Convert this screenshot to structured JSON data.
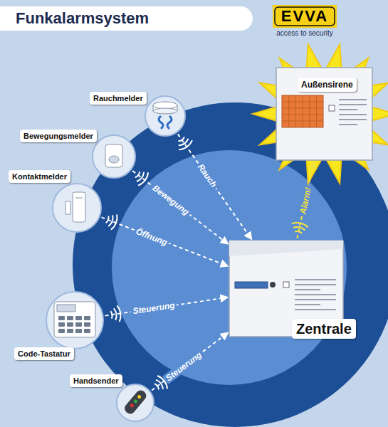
{
  "diagram": {
    "title": "Funkalarmsystem",
    "nodes": [
      {
        "text": [
          "Außensirene"
        ]
      },
      {
        "text": [
          "Rauchmelder"
        ]
      },
      {
        "text": [
          "Bewegungsmelder"
        ]
      },
      {
        "text": [
          "Kontaktmelder"
        ]
      },
      {
        "text": [
          "Zentrale"
        ]
      },
      {
        "text": [
          "Code-Tastatur"
        ]
      },
      {
        "text": [
          "Handsender"
        ]
      }
    ],
    "edges": [
      {
        "from": 1,
        "to": 4,
        "label": "Rauch",
        "arrow": "to"
      },
      {
        "from": 2,
        "to": 4,
        "label": "Bewegung",
        "arrow": "to"
      },
      {
        "from": 3,
        "to": 4,
        "label": "Öffnung",
        "arrow": "to"
      },
      {
        "from": 5,
        "to": 4,
        "label": "Steuerung",
        "arrow": "to"
      },
      {
        "from": 6,
        "to": 4,
        "label": "Steuerung",
        "arrow": "to"
      },
      {
        "from": 4,
        "to": 0,
        "label": "Alarm!",
        "arrow": "to"
      }
    ],
    "labels": [
      "EVVA",
      "access to security"
    ]
  }
}
